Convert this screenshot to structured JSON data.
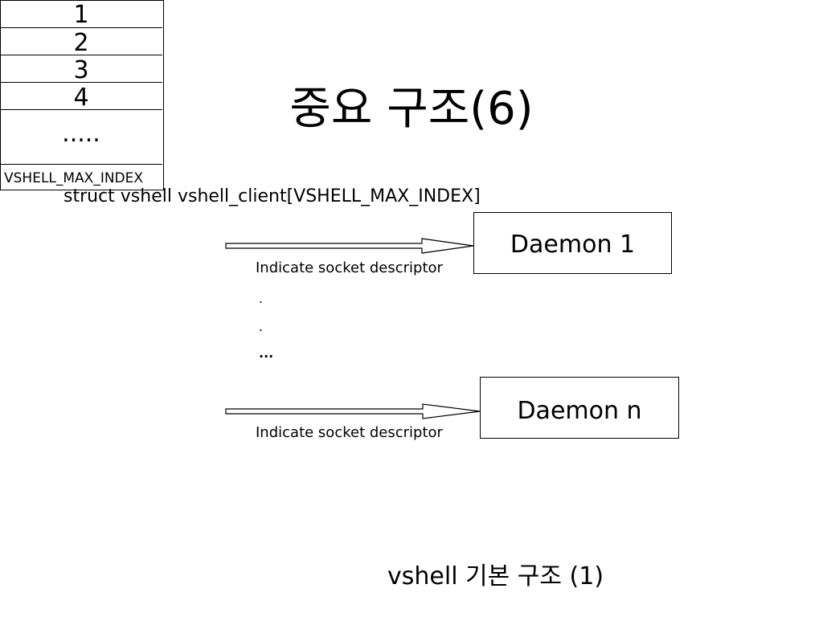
{
  "slide": {
    "title": "중요 구조(6)",
    "struct_declaration": "struct vshell vshell_client[VSHELL_MAX_INDEX]",
    "footer": "vshell 기본 구조 (1)"
  },
  "array_cells": [
    "1",
    "2",
    "3",
    "4",
    ".....",
    "VSHELL_MAX_INDEX"
  ],
  "daemons": {
    "first": "Daemon 1",
    "last": "Daemon n"
  },
  "annotations": {
    "first": "Indicate socket descriptor",
    "last": "Indicate socket descriptor"
  },
  "ellipsis": {
    "dot_1": ".",
    "dot_2": ".",
    "dot_3": "..."
  }
}
